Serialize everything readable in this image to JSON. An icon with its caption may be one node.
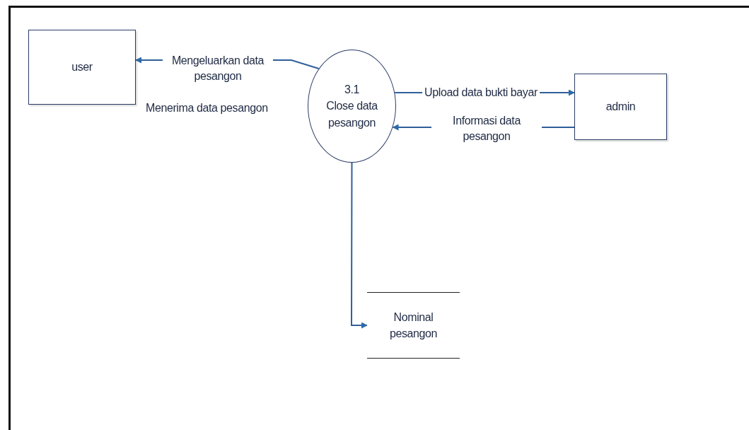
{
  "diagram": {
    "nodes": [
      {
        "text": [
          "user"
        ]
      },
      {
        "text": [
          "3.1",
          "Close data pesangon"
        ]
      },
      {
        "text": [
          "admin"
        ]
      },
      {
        "text": [
          "Nominal pesangon"
        ]
      }
    ],
    "edges": [
      {
        "from": 1,
        "to": 0,
        "arrow": "to",
        "label": "Mengeluarkan data pesangon"
      },
      {
        "from": 1,
        "to": 2,
        "arrow": "to",
        "label": "Upload data bukti bayar"
      },
      {
        "from": 2,
        "to": 1,
        "arrow": "to",
        "label": "Informasi data pesangon"
      },
      {
        "from": 1,
        "to": 3,
        "arrow": "to"
      }
    ],
    "labels": [
      "Menerima data pesangon"
    ]
  }
}
